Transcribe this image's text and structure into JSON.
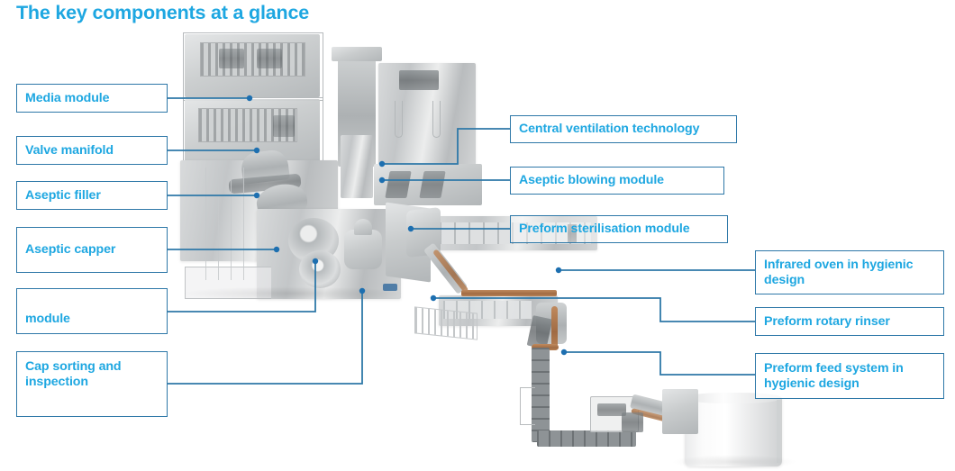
{
  "page": {
    "title": "The key components at a glance",
    "accent_text": "#1EA7E1",
    "accent_border": "#2E78A8",
    "background": "#FFFFFF"
  },
  "callouts": {
    "left": [
      {
        "id": "media-module",
        "label": "Media module",
        "label_line2": ""
      },
      {
        "id": "valve-manifold",
        "label": "Valve manifold",
        "label_line2": ""
      },
      {
        "id": "aseptic-filler",
        "label": "Aseptic filler",
        "label_line2": ""
      },
      {
        "id": "aseptic-capper",
        "label": "Aseptic capper",
        "label_line2": ""
      },
      {
        "id": "module",
        "label": "",
        "label_line2": "module"
      },
      {
        "id": "cap-sorting",
        "label": "Cap sorting and",
        "label_line2": "inspection"
      }
    ],
    "middle": [
      {
        "id": "central-ventilation",
        "label": "Central ventilation technology",
        "label_line2": ""
      },
      {
        "id": "aseptic-blowing",
        "label": "Aseptic blowing module",
        "label_line2": ""
      },
      {
        "id": "preform-sterilisation",
        "label": "Preform sterilisation module",
        "label_line2": ""
      }
    ],
    "right": [
      {
        "id": "infrared-oven",
        "label": "Infrared oven in hygienic",
        "label_line2": "design"
      },
      {
        "id": "rotary-rinser",
        "label": "Preform rotary rinser",
        "label_line2": ""
      },
      {
        "id": "preform-feed",
        "label": "Preform feed system in",
        "label_line2": "hygienic design"
      }
    ]
  }
}
